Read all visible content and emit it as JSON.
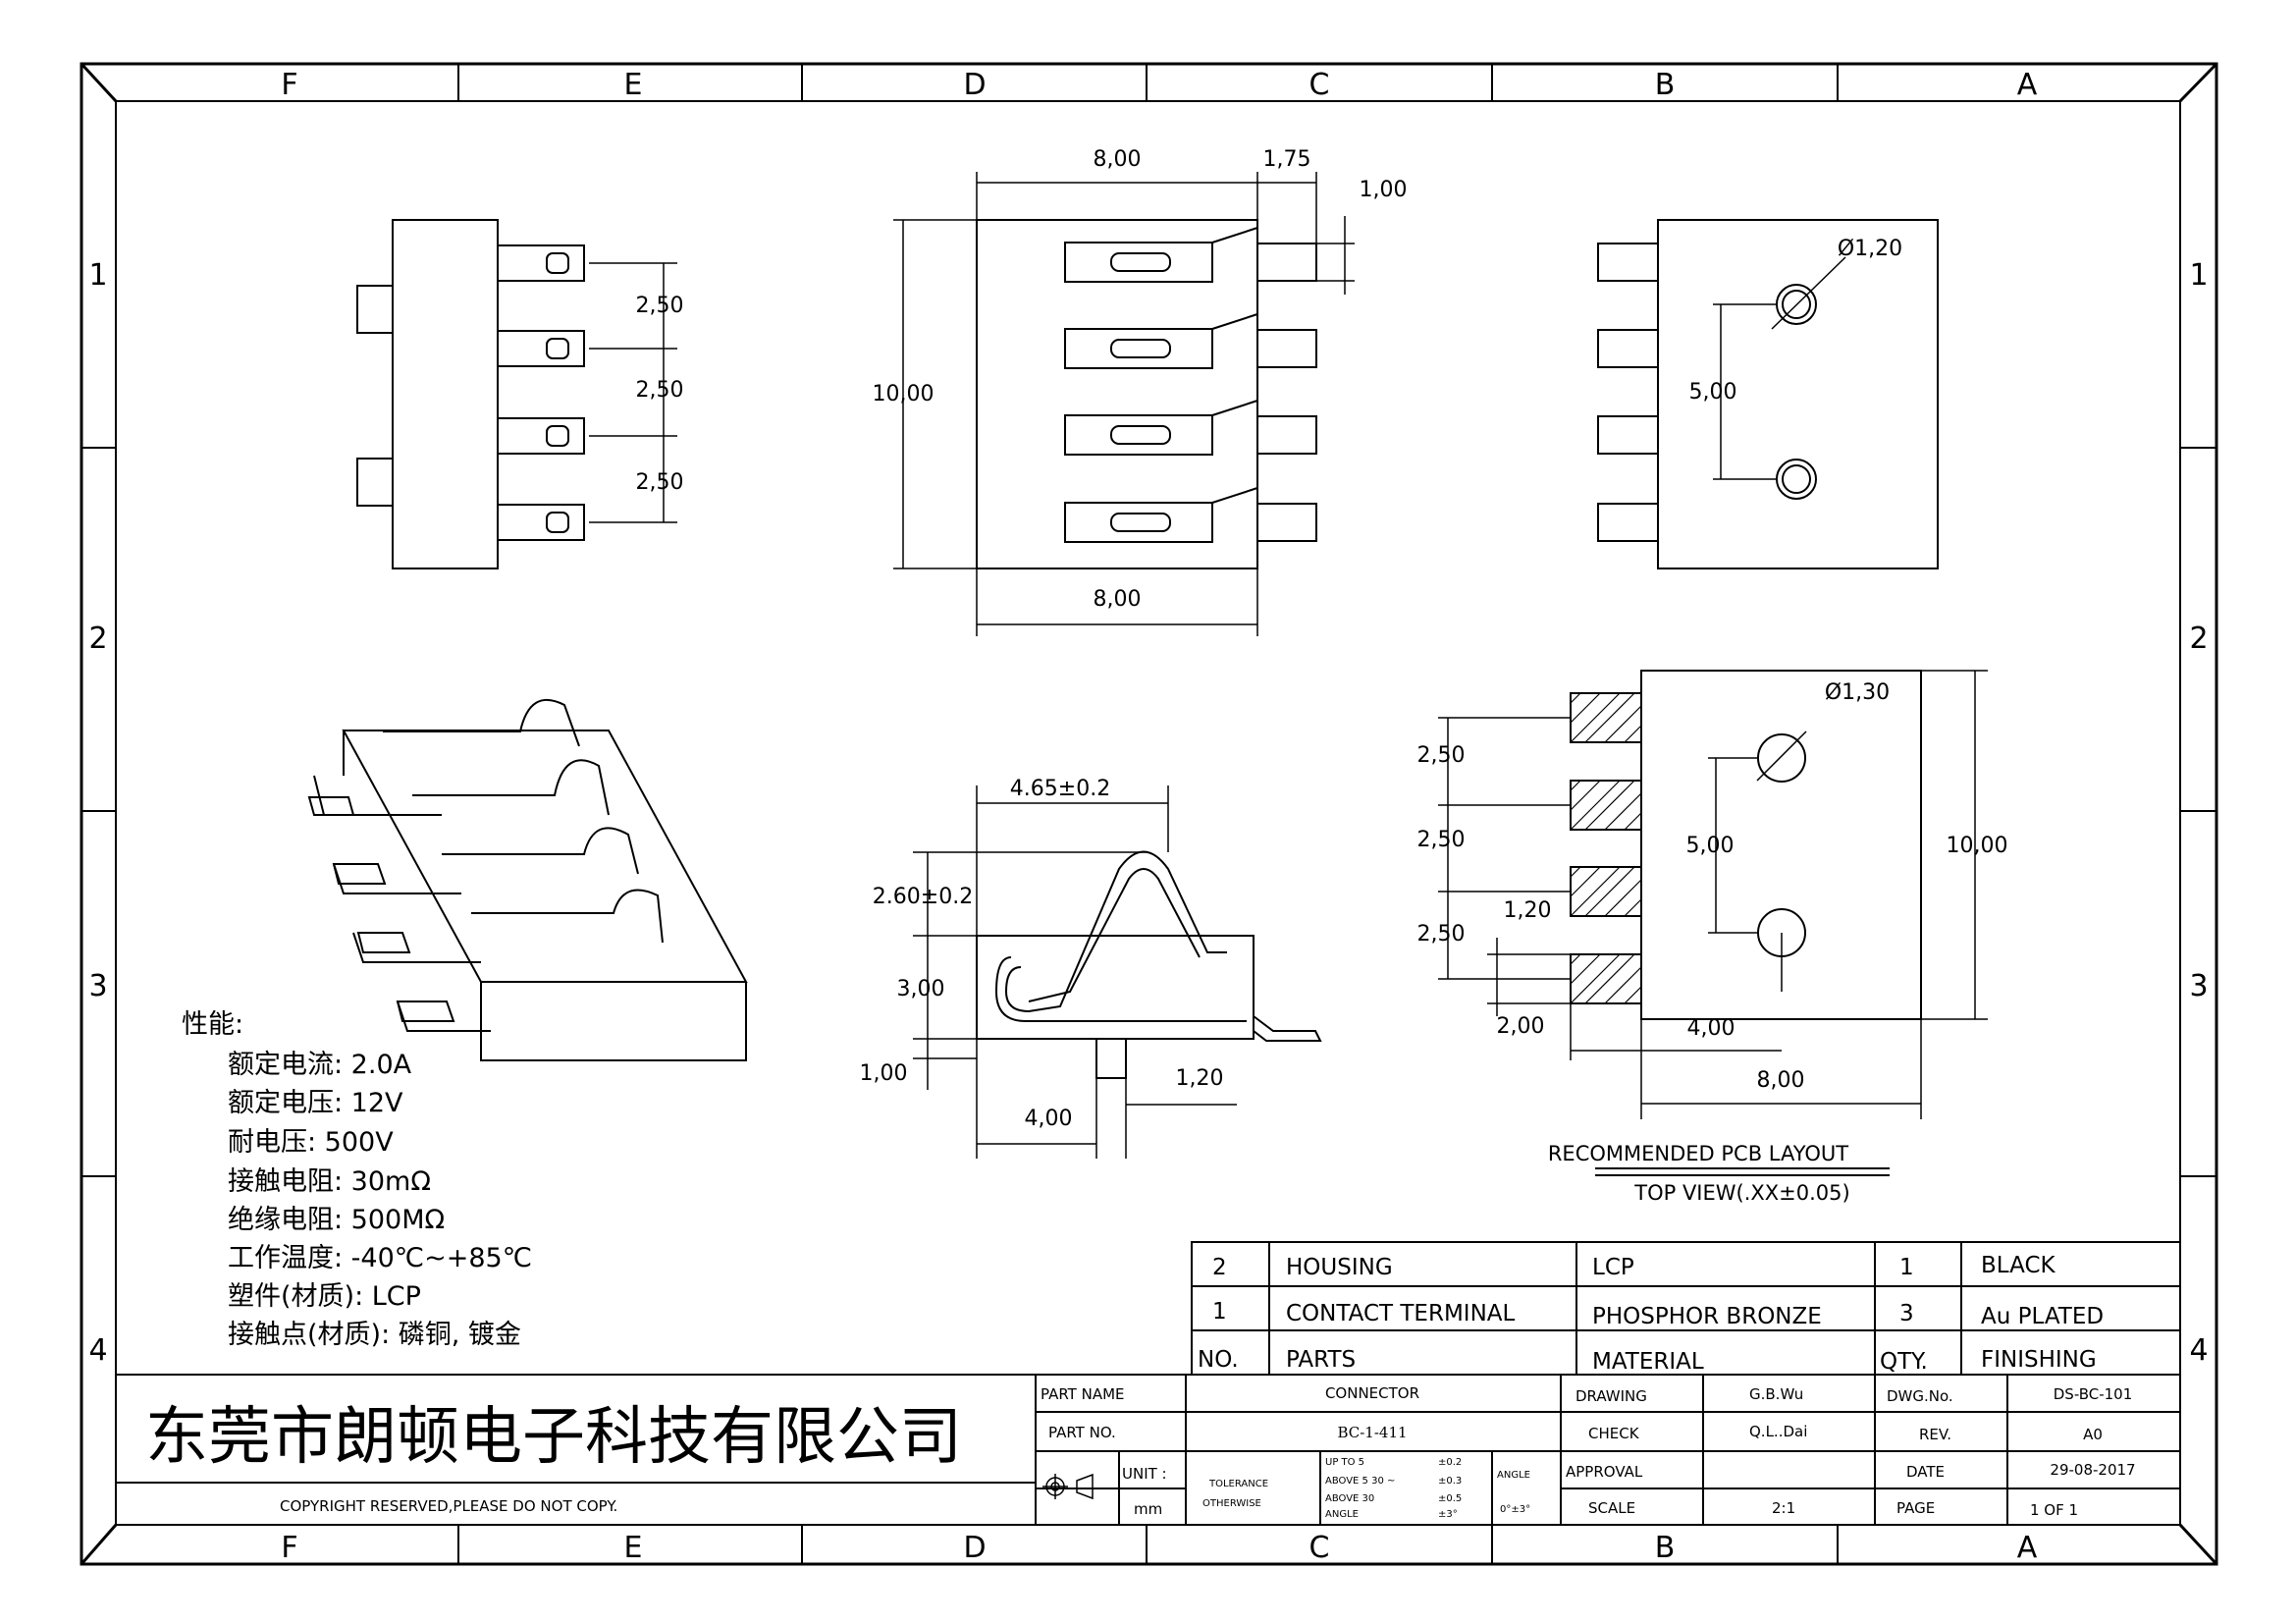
{
  "grid": {
    "columns": [
      "F",
      "E",
      "D",
      "C",
      "B",
      "A"
    ],
    "rows": [
      "1",
      "2",
      "3",
      "4"
    ]
  },
  "dims": {
    "side_pitch_1": "2,50",
    "side_pitch_2": "2,50",
    "side_pitch_3": "2,50",
    "top_width": "8,00",
    "top_pin": "1,75",
    "top_pin_width": "1,00",
    "top_height": "10,00",
    "top_bottom_width": "8,00",
    "bottom_hole_dia": "Ø1,20",
    "bottom_hole_spacing": "5,00",
    "front_height": "4.65±0.2",
    "front_spring": "2.60±0.2",
    "front_body": "3,00",
    "front_pcb": "1,00",
    "front_tail": "1,20",
    "front_peg": "4,00",
    "pcb_hole_dia": "Ø1,30",
    "pcb_pitch_1": "2,50",
    "pcb_pitch_2": "2,50",
    "pcb_pitch_3": "2,50",
    "pcb_pad_width": "1,20",
    "pcb_pad_len": "2,00",
    "pcb_hole_spacing": "5,00",
    "pcb_height": "10,00",
    "pcb_offset": "4,00",
    "pcb_width": "8,00"
  },
  "pcb_caption": {
    "title": "RECOMMENDED PCB LAYOUT",
    "subtitle": "TOP VIEW(.XX±0.05)"
  },
  "specs": {
    "heading": "性能:",
    "lines": [
      "额定电流: 2.0A",
      "额定电压: 12V",
      "耐电压: 500V",
      "接触电阻: 30mΩ",
      "绝缘电阻: 500MΩ",
      "工作温度: -40℃~+85℃",
      "塑件(材质): LCP",
      "接触点(材质): 磷铜, 镀金"
    ]
  },
  "bom": {
    "rows": [
      {
        "no": "2",
        "part": "HOUSING",
        "material": "LCP",
        "qty": "1",
        "finishing": "BLACK"
      },
      {
        "no": "1",
        "part": "CONTACT TERMINAL",
        "material": "PHOSPHOR BRONZE",
        "qty": "3",
        "finishing": "Au PLATED"
      }
    ],
    "header": {
      "no": "NO.",
      "part": "PARTS",
      "material": "MATERIAL",
      "qty": "QTY.",
      "finishing": "FINISHING"
    }
  },
  "title_block": {
    "company": "东莞市朗顿电子科技有限公司",
    "copyright": "COPYRIGHT RESERVED,PLEASE DO NOT COPY.",
    "part_name_label": "PART NAME",
    "part_name": "CONNECTOR",
    "part_no_label": "PART NO.",
    "part_no": "BC-1-411",
    "unit_label": "UNIT :",
    "unit": "mm",
    "tolerance_label": "TOLERANCE",
    "otherwise_label": "OTHERWISE",
    "tol_rows": [
      {
        "range": "UP TO 5",
        "value": "±0.2"
      },
      {
        "range": "ABOVE 5  30 ~",
        "value": "±0.3"
      },
      {
        "range": "ABOVE 30",
        "value": "±0.5"
      },
      {
        "range": "ANGLE",
        "value": "±3°"
      }
    ],
    "angle_label": "ANGLE",
    "angle_value": "0°±3°",
    "drawing_label": "DRAWING",
    "drawing": "G.B.Wu",
    "check_label": "CHECK",
    "check": "Q.L..Dai",
    "approval_label": "APPROVAL",
    "approval": "",
    "scale_label": "SCALE",
    "scale": "2:1",
    "dwg_label": "DWG.No.",
    "dwg": "DS-BC-101",
    "rev_label": "REV.",
    "rev": "A0",
    "date_label": "DATE",
    "date": "29-08-2017",
    "page_label": "PAGE",
    "page": "1 OF 1"
  }
}
